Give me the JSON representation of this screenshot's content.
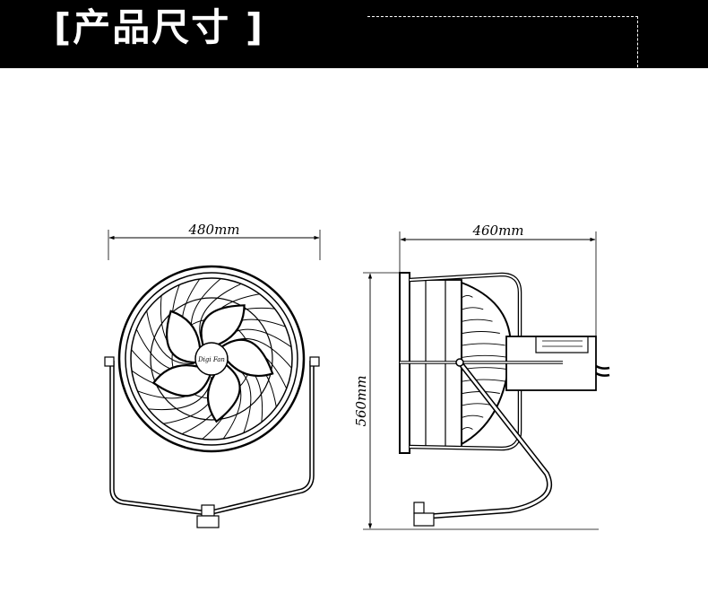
{
  "header": {
    "title": "[产品尺寸 ]"
  },
  "front_view": {
    "width_label": "480mm",
    "brand_label": "Digi Fan"
  },
  "side_view": {
    "depth_label": "460mm",
    "height_label": "560mm"
  },
  "colors": {
    "header_background": "#000000",
    "header_text": "#ffffff",
    "line": "#000000"
  }
}
